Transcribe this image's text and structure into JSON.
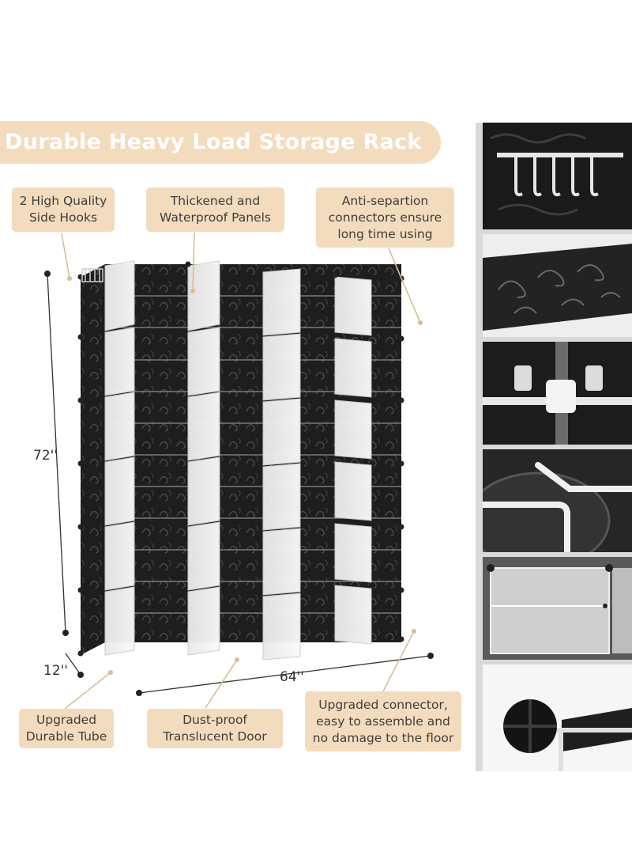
{
  "banner": {
    "title": "Durable Heavy Load Storage Rack"
  },
  "callouts": {
    "side_hooks": [
      "2 High Quality",
      "Side Hooks"
    ],
    "panels": [
      "Thickened and",
      "Waterproof Panels"
    ],
    "connectors": [
      "Anti-separtion",
      "connectors ensure",
      "long time using"
    ],
    "tube": [
      "Upgraded",
      "Durable Tube"
    ],
    "door": [
      "Dust-proof",
      "Translucent Door"
    ],
    "floor": [
      "Upgraded connector,",
      "easy to assemble and",
      "no damage to the floor"
    ]
  },
  "dimensions": {
    "height": "72''",
    "depth": "12''",
    "width": "64''"
  },
  "colors": {
    "accent": "#f3dcbd",
    "panel_black": "#1e1e1e",
    "door_white": "#f2f2f2"
  },
  "thumbnails": [
    "side-hooks-icon",
    "swirl-panel-icon",
    "connector-joint-icon",
    "tube-frame-icon",
    "translucent-door-icon",
    "floor-connector-icon"
  ]
}
